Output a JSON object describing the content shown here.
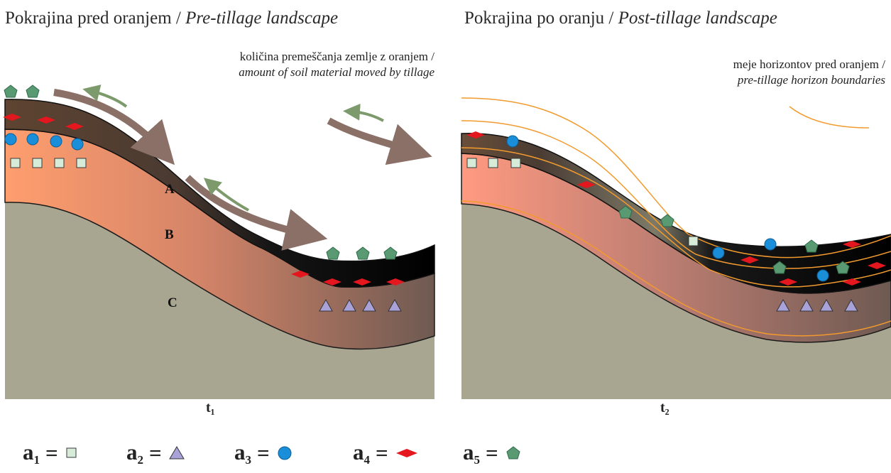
{
  "left_panel": {
    "title_main": "Pokrajina pred oranjem / ",
    "title_italic": "Pre-tillage landscape",
    "note_line1": "količina premeščanja zemlje z oranjem /",
    "note_line2": "amount of soil material moved by tillage",
    "horizon_A": "A",
    "horizon_B": "B",
    "horizon_C": "C",
    "time_label": "t₁"
  },
  "right_panel": {
    "title_main": "Pokrajina po oranju / ",
    "title_italic": "Post-tillage landscape",
    "note_line1": "meje horizontov pred oranjem /",
    "note_line2": "pre-tillage horizon boundaries",
    "time_label": "t₂"
  },
  "legend": [
    {
      "letter": "a",
      "index": "1",
      "eq": "=",
      "symbol": "square",
      "color": "#d6ecd9"
    },
    {
      "letter": "a",
      "index": "2",
      "eq": "=",
      "symbol": "triangle",
      "color": "#a9a2d8"
    },
    {
      "letter": "a",
      "index": "3",
      "eq": "=",
      "symbol": "circle",
      "color": "#1a8ed9"
    },
    {
      "letter": "a",
      "index": "4",
      "eq": "=",
      "symbol": "diamond",
      "color": "#e4161e"
    },
    {
      "letter": "a",
      "index": "5",
      "eq": "=",
      "symbol": "pentagon",
      "color": "#5a9a72"
    }
  ],
  "colors": {
    "horizon_C": "#a8a690",
    "horizon_B_light": "#ff9e73",
    "horizon_B_dark": "#6e5a52",
    "horizon_A_dark": "#000000",
    "horizon_A_brown": "#5a4130",
    "arrow_large": "#8b7068",
    "arrow_small": "#7d9a6c",
    "boundary_line": "#f29a2e"
  }
}
